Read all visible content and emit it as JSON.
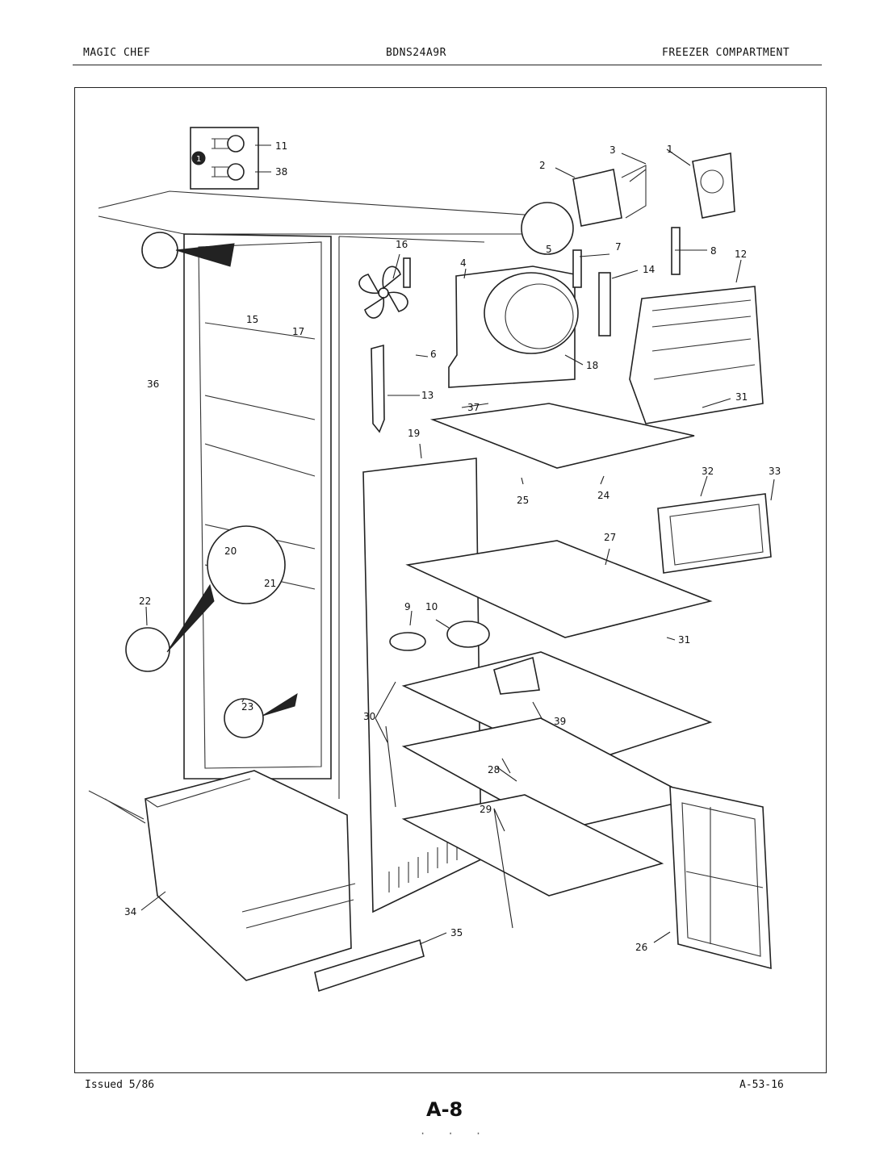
{
  "header": {
    "brand": "MAGIC CHEF",
    "model": "BDNS24A9R",
    "section": "FREEZER COMPARTMENT"
  },
  "footer": {
    "issued": "Issued 5/86",
    "code": "A-53-16",
    "page": "A-8"
  },
  "callouts": [
    "1",
    "2",
    "3",
    "4",
    "5",
    "6",
    "7",
    "8",
    "9",
    "10",
    "11",
    "12",
    "13",
    "14",
    "15",
    "16",
    "17",
    "18",
    "19",
    "20",
    "21",
    "22",
    "23",
    "24",
    "25",
    "26",
    "27",
    "28",
    "29",
    "30",
    "31",
    "31",
    "32",
    "33",
    "34",
    "35",
    "36",
    "37",
    "38",
    "39"
  ],
  "icons": {
    "note_marker": "1"
  }
}
